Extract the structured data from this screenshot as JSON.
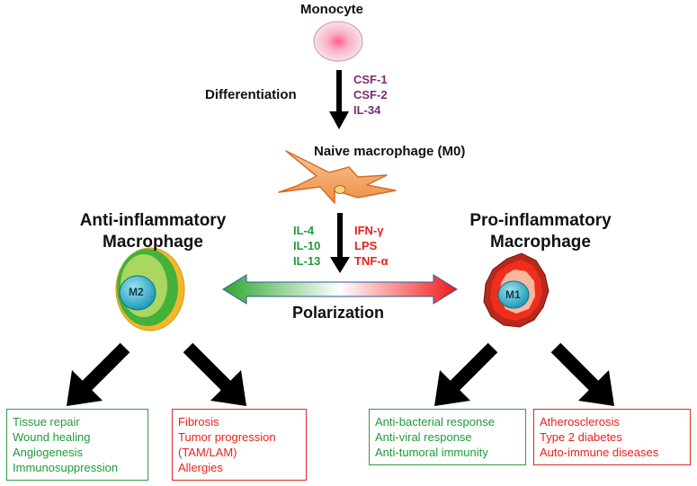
{
  "nodes": {
    "monocyte": "Monocyte",
    "naive": "Naive macrophage (M0)",
    "anti_line1": "Anti-inflammatory",
    "anti_line2": "Macrophage",
    "pro_line1": "Pro-inflammatory",
    "pro_line2": "Macrophage",
    "m2": "M2",
    "m1": "M1"
  },
  "edges": {
    "differentiation": "Differentiation",
    "polarization": "Polarization"
  },
  "cytokines": {
    "differentiation": [
      "CSF-1",
      "CSF-2",
      "IL-34"
    ],
    "m2": [
      "IL-4",
      "IL-10",
      "IL-13"
    ],
    "m1": [
      "IFN-γ",
      "LPS",
      "TNF-α"
    ]
  },
  "boxes": {
    "m2_functions": [
      "Tissue repair",
      "Wound healing",
      "Angiogenesis",
      "Immunosuppression"
    ],
    "m2_diseases": [
      "Fibrosis",
      "Tumor progression",
      "(TAM/LAM)",
      "Allergies"
    ],
    "m1_functions": [
      "Anti-bacterial response",
      "Anti-viral response",
      "Anti-tumoral immunity"
    ],
    "m1_diseases": [
      "Atherosclerosis",
      "Type 2 diabetes",
      "Auto-immune diseases"
    ]
  },
  "colors": {
    "green": "#1f9a3a",
    "red": "#e8221c",
    "purple": "#7a2d6e"
  }
}
